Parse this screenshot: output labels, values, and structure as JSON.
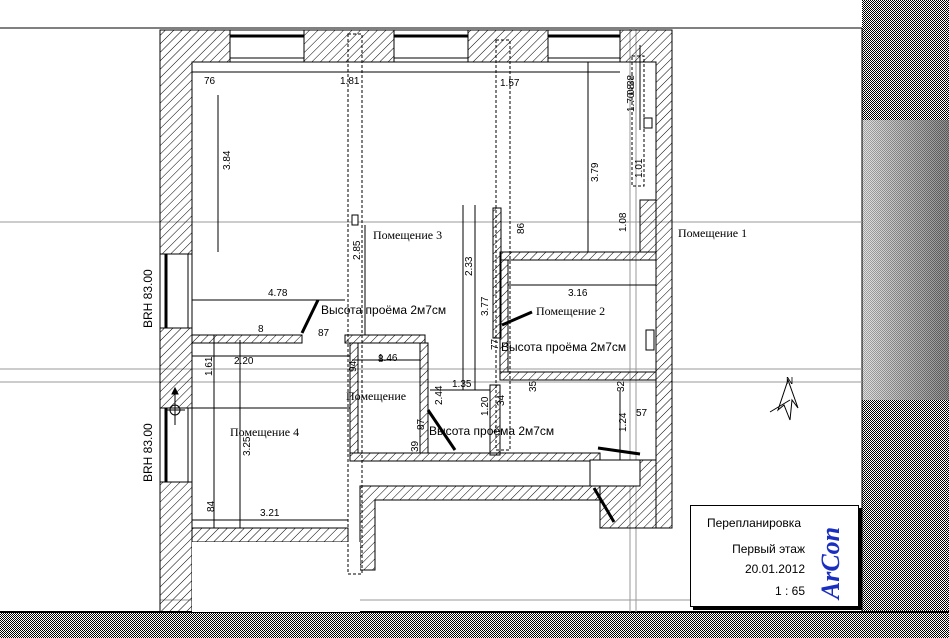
{
  "rooms": [
    {
      "key": "room1",
      "name": "Помещение 1"
    },
    {
      "key": "room2",
      "name": "Помещение 2"
    },
    {
      "key": "room3",
      "name": "Помещение 3"
    },
    {
      "key": "room4",
      "name": "Помещение 4"
    },
    {
      "key": "room5",
      "name": "Помещение"
    }
  ],
  "openings": {
    "brh_left_upper": "BRH 83.00",
    "brh_left_lower": "BRH 83.00",
    "height_label_a": "Высота проёма 2м7см",
    "height_label_b": "Высота проёма 2м7см",
    "height_label_c": "Высота проёма 2м7см"
  },
  "dimensions": {
    "d76": "76",
    "d181": "1.81",
    "d157": "1.57",
    "d384": "3.84",
    "d379": "3.79",
    "d170": "1.70",
    "d38": "38",
    "d08": "08",
    "d101": "1.01",
    "d108": "1.08",
    "d285": "2.85",
    "d233": "2.33",
    "d86": "86",
    "d316": "3.16",
    "d377": "3.77",
    "d478": "4.78",
    "d87": "87",
    "d8a": "8",
    "d8b": "8",
    "d220": "2.20",
    "d161": "1.61",
    "d146": "1.46",
    "d135": "1.35",
    "d244": "2.44",
    "d35": "35",
    "d32": "32",
    "d120": "1.20",
    "d34": "34",
    "d124": "1.24",
    "d57": "57",
    "d39": "39",
    "d87b": "87",
    "d84": "84",
    "d321": "3.21",
    "d325": "3.25",
    "d77": "77",
    "d94": "94"
  },
  "title_block": {
    "project": "Перепланировка",
    "floor": "Первый этаж",
    "date": "20.01.2012",
    "scale": "1 : 65",
    "logo_text": "ArCon"
  },
  "north_label": "N",
  "colors": {
    "wall_hatch": "#000000",
    "gray_frame": "#8c8c8c",
    "logo_blue": "#1a2fbf"
  }
}
